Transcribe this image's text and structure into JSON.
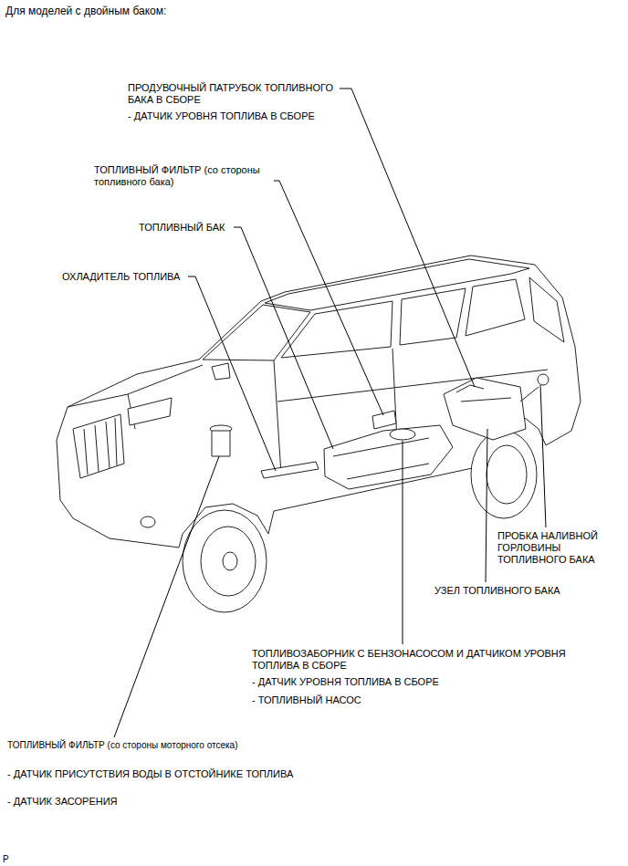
{
  "diagram": {
    "title": "Для моделей с двойным баком:",
    "labels": [
      "ПРОДУВОЧНЫЙ ПАТРУБОК ТОПЛИВНОГО БАКА В СБОРЕ",
      "- ДАТЧИК УРОВНЯ ТОПЛИВА В СБОРЕ",
      "ТОПЛИВНЫЙ ФИЛЬТР (со стороны топливного бака)",
      "ТОПЛИВНЫЙ БАК",
      "ОХЛАДИТЕЛЬ ТОПЛИВА",
      "ПРОБКА НАЛИВНОЙ ГОРЛОВИНЫ ТОПЛИВНОГО БАКА",
      "УЗЕЛ ТОПЛИВНОГО БАКА",
      "ТОПЛИВОЗАБОРНИК С БЕНЗОНАСОСОМ И ДАТЧИКОМ УРОВНЯ ТОПЛИВА В СБОРЕ",
      "- ДАТЧИК УРОВНЯ ТОПЛИВА В СБОРЕ",
      "- ТОПЛИВНЫЙ НАСОС",
      "ТОПЛИВНЫЙ ФИЛЬТР (со стороны моторного отсека)",
      "- ДАТЧИК ПРИСУТСТВИЯ ВОДЫ В ОТСТОЙНИКЕ ТОПЛИВА",
      "- ДАТЧИК ЗАСОРЕНИЯ",
      "P"
    ]
  }
}
